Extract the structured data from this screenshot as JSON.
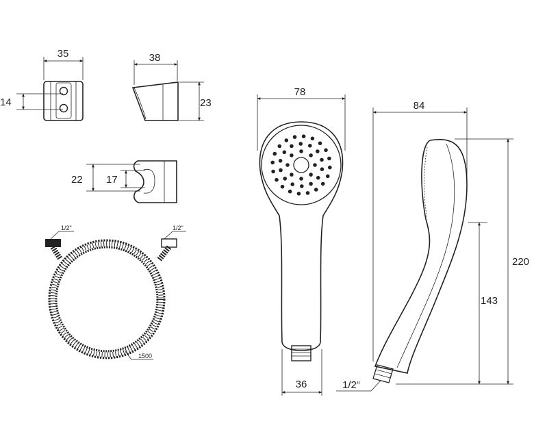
{
  "dimensions": {
    "holder_width": "35",
    "holder_hole_spacing": "14",
    "holder_side_width": "38",
    "holder_side_height": "23",
    "clip_outer": "22",
    "clip_inner": "17",
    "head_diameter": "78",
    "handle_base": "36",
    "side_depth": "84",
    "total_length": "220",
    "lower_length": "143"
  },
  "labels": {
    "hose_thread_left": "1/2\"",
    "hose_thread_right": "1/2\"",
    "hose_length": "1500",
    "handle_thread": "1/2“"
  }
}
